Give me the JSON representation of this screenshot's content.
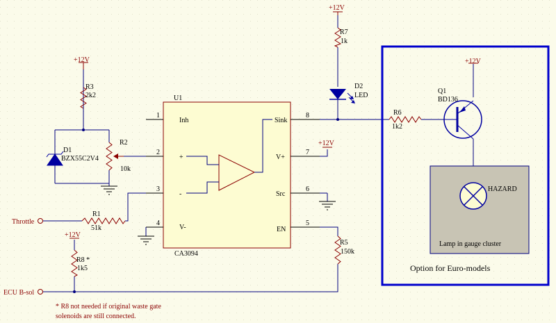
{
  "supply_label": "+12V",
  "ic": {
    "ref": "U1",
    "part": "CA3094",
    "pins": {
      "inh": "Inh",
      "plus": "+",
      "minus": "-",
      "vminus": "V-",
      "sink": "Sink",
      "vplus": "V+",
      "src": "Src",
      "en": "EN"
    },
    "pin_numbers": {
      "p1": "1",
      "p2": "2",
      "p3": "3",
      "p4": "4",
      "p5": "5",
      "p6": "6",
      "p7": "7",
      "p8": "8"
    }
  },
  "components": {
    "r1": {
      "ref": "R1",
      "value": "51k"
    },
    "r2": {
      "ref": "R2",
      "value": "10k"
    },
    "r3": {
      "ref": "R3",
      "value": "2k2"
    },
    "r5": {
      "ref": "R5",
      "value": "150k"
    },
    "r6": {
      "ref": "R6",
      "value": "1k2"
    },
    "r7": {
      "ref": "R7",
      "value": "1k"
    },
    "r8": {
      "ref": "R8 *",
      "value": "1k5"
    },
    "d1": {
      "ref": "D1",
      "value": "BZX55C2V4"
    },
    "d2": {
      "ref": "D2",
      "value": "LED"
    },
    "q1": {
      "ref": "Q1",
      "value": "BD136"
    },
    "lamp": {
      "label": "HAZARD"
    }
  },
  "ports": {
    "throttle": "Throttle",
    "ecu": "ECU B-sol"
  },
  "lamp_box_caption": "Lamp in gauge cluster",
  "option_caption": "Option for Euro-models",
  "footnote": {
    "line1": "* R8 not needed if original waste gate",
    "line2": "solenoids are still connected."
  },
  "colors": {
    "background": "#fbfbea",
    "wire": "#000080",
    "component": "#8b0000",
    "option_box": "#0000cc",
    "lamp_box": "#c8c4b4"
  }
}
